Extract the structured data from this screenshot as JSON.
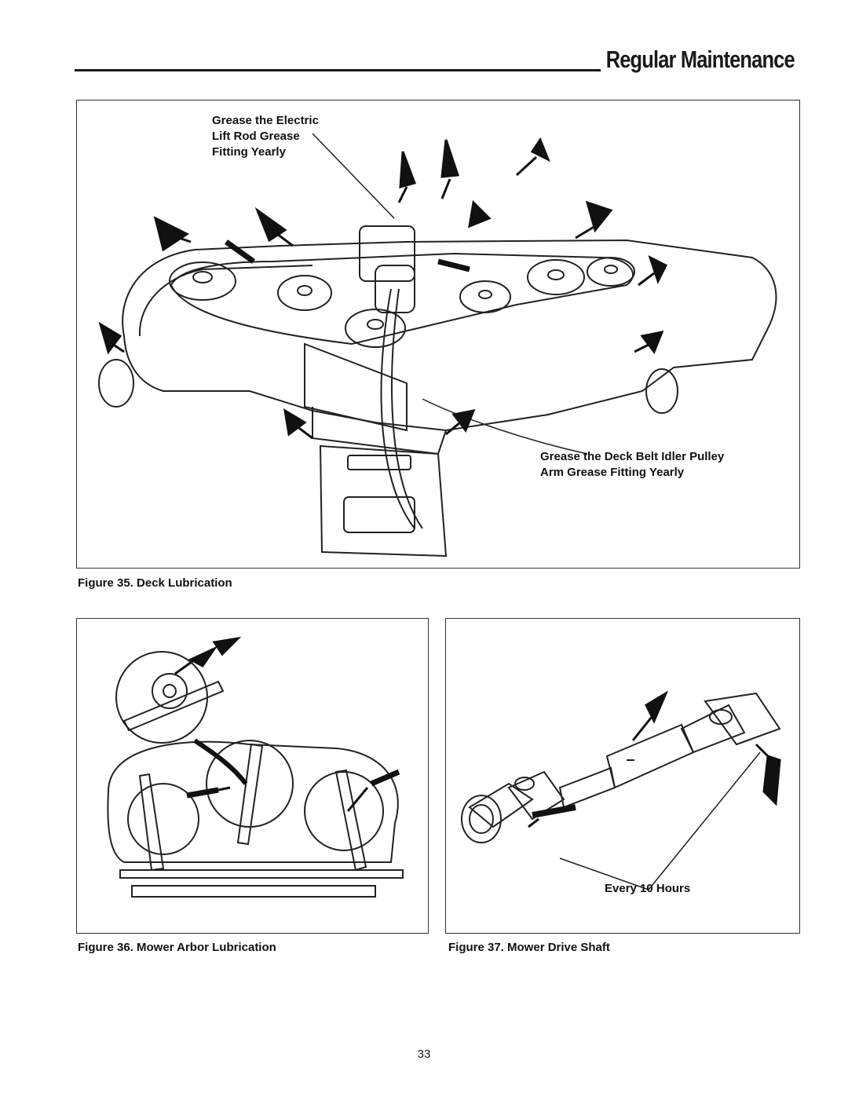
{
  "header": {
    "title": "Regular Maintenance"
  },
  "figure35": {
    "callout_top": [
      "Grease the Electric",
      "Lift Rod Grease",
      "Fitting Yearly"
    ],
    "callout_bottom": [
      "Grease the Deck Belt Idler Pulley",
      "Arm Grease Fitting Yearly"
    ],
    "caption": "Figure 35.  Deck Lubrication"
  },
  "figure36": {
    "caption": "Figure 36. Mower Arbor Lubrication"
  },
  "figure37": {
    "callout": "Every 10 Hours",
    "caption": "Figure 37. Mower Drive Shaft"
  },
  "footer": {
    "page_number": "33"
  },
  "icons": [
    "grease-gun-icon"
  ]
}
